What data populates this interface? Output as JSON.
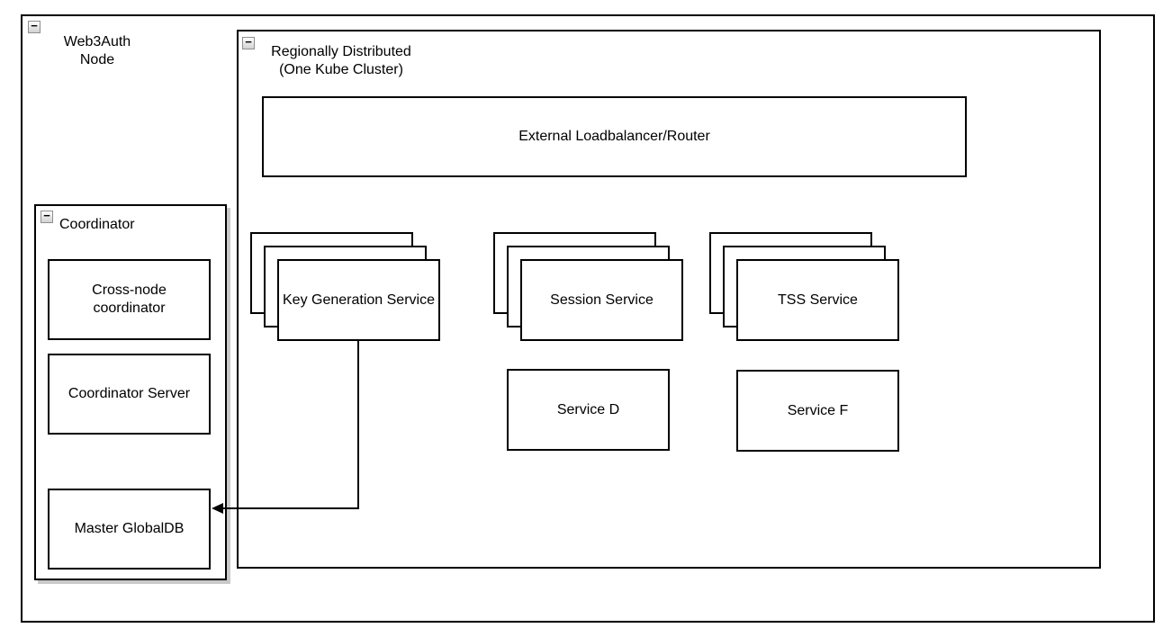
{
  "colors": {
    "stroke": "#000000",
    "fill": "#ffffff",
    "shadow": "#c9c9c9",
    "collapse_background": "#d2d2d2",
    "collapse_border": "#8f8f8f"
  },
  "icons": {
    "collapse_minus": "−"
  },
  "nodes": {
    "web3auth": {
      "label": "Web3Auth\nNode"
    },
    "region": {
      "label": "Regionally Distributed\n(One Kube Cluster)"
    },
    "loadbalancer": {
      "label": "External Loadbalancer/Router"
    },
    "keygen": {
      "label": "Key Generation\nService"
    },
    "session": {
      "label": "Session Service"
    },
    "tss": {
      "label": "TSS Service"
    },
    "service_d": {
      "label": "Service D"
    },
    "service_f": {
      "label": "Service F"
    },
    "coordinator": {
      "label": "Coordinator"
    },
    "cross_node": {
      "label": "Cross-node\ncoordinator"
    },
    "coord_server": {
      "label": "Coordinator Server"
    },
    "master_db": {
      "label": "Master GlobalDB"
    }
  },
  "edges": [
    {
      "from": "Key Generation Service",
      "to": "Master GlobalDB",
      "style": "orthogonal",
      "arrow": "filled-left"
    }
  ]
}
